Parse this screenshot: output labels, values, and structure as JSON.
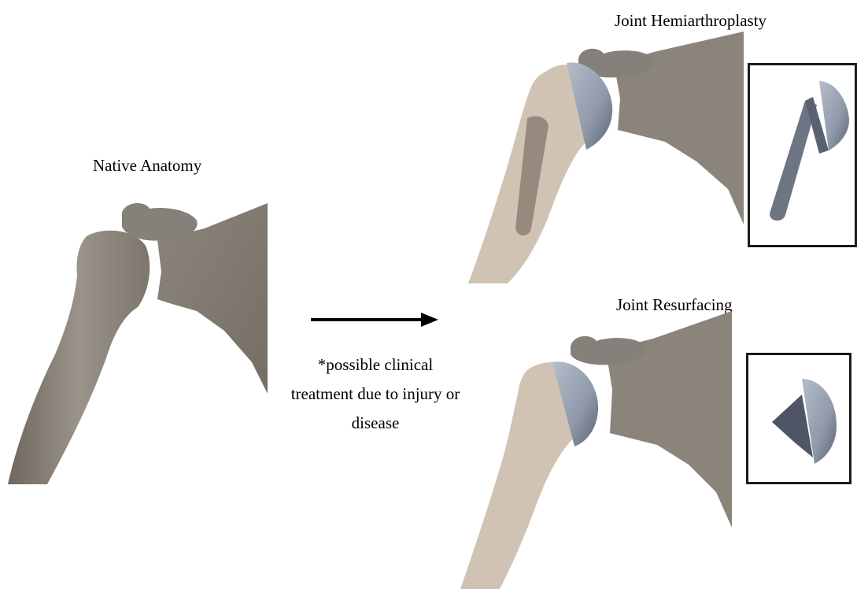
{
  "labels": {
    "native": "Native Anatomy",
    "hemi": "Joint Hemiarthroplasty",
    "resurfacing": "Joint Resurfacing"
  },
  "note": {
    "line1": "*possible clinical",
    "line2": "treatment due to injury or",
    "line3": "disease"
  },
  "colors": {
    "bone": "#8f887f",
    "bone_shadow": "#6e685f",
    "transparent_bone": "#c9b9a6",
    "implant": "#8f99aa",
    "implant_dark": "#5a6272",
    "frame": "#1a1a1a",
    "arrow": "#000000"
  }
}
